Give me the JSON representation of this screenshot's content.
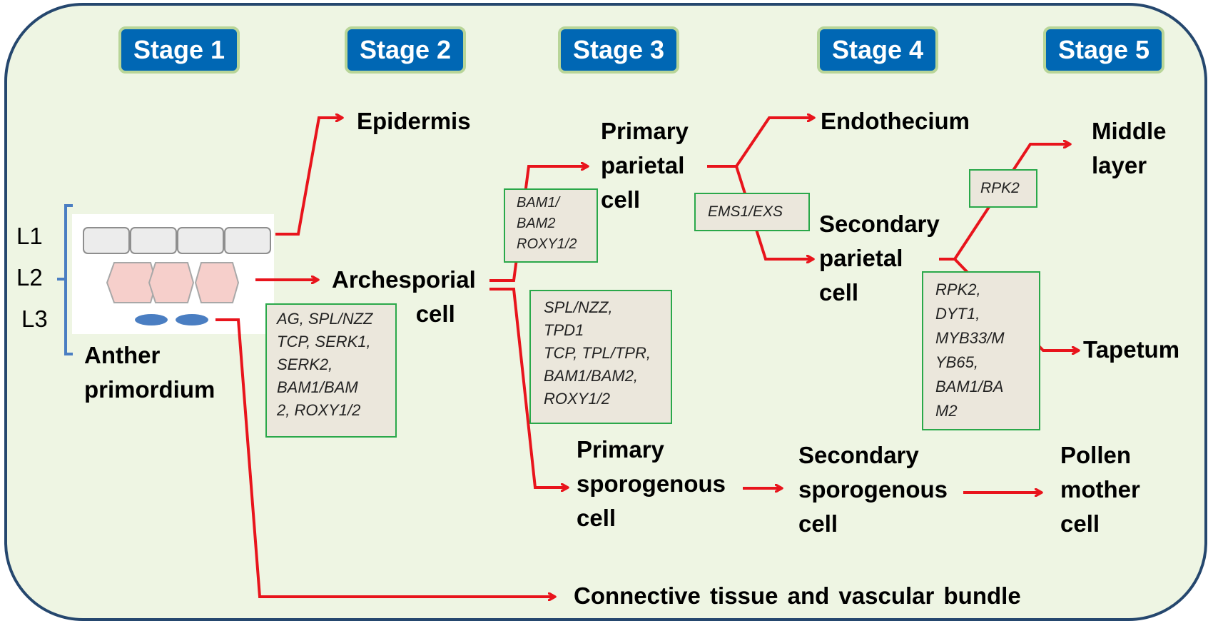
{
  "stages": [
    "Stage 1",
    "Stage 2",
    "Stage 3",
    "Stage 4",
    "Stage 5"
  ],
  "layers": [
    "L1",
    "L2",
    "L3"
  ],
  "cells": {
    "anther": [
      "Anther",
      "primordium"
    ],
    "epidermis": "Epidermis",
    "archesporial": [
      "Archesporial",
      "cell"
    ],
    "primary_parietal": [
      "Primary",
      "parietal",
      "cell"
    ],
    "endothecium": "Endothecium",
    "secondary_parietal": [
      "Secondary",
      "parietal",
      "cell"
    ],
    "middle_layer": [
      "Middle",
      "layer"
    ],
    "tapetum": "Tapetum",
    "primary_sporogenous": [
      "Primary",
      "sporogenous",
      "cell"
    ],
    "secondary_sporogenous": [
      "Secondary",
      "sporogenous",
      "cell"
    ],
    "pollen_mother": [
      "Pollen",
      "mother",
      "cell"
    ],
    "connective": "Connective tissue and vascular bundle"
  },
  "genes": {
    "stage2": [
      "AG, SPL/NZZ",
      "TCP, SERK1,",
      "SERK2,",
      "BAM1/BAM",
      "2, ROXY1/2"
    ],
    "stage3_parietal": [
      "BAM1/",
      "BAM2",
      "ROXY1/2"
    ],
    "stage3_sporogenous": [
      "SPL/NZZ,",
      "TPD1",
      "TCP, TPL/TPR,",
      "BAM1/BAM2,",
      "ROXY1/2"
    ],
    "stage4": [
      "EMS1/EXS"
    ],
    "stage5_middle": [
      "RPK2"
    ],
    "stage5_tapetum": [
      "RPK2,",
      "DYT1,",
      "MYB33/M",
      "YB65,",
      "BAM1/BA",
      "M2"
    ]
  },
  "colors": {
    "arrow": "#e8141c",
    "stage_fill": "#0067b4",
    "stage_border": "#b8d598",
    "background": "#eef5e3",
    "frame": "#25476e",
    "gene_box_border": "#2aa84a",
    "gene_box_fill": "#ebe7dc",
    "l2_cell": "#f6cfcb",
    "l3_cell": "#4a7ec2",
    "bracket": "#4a7ec2"
  }
}
